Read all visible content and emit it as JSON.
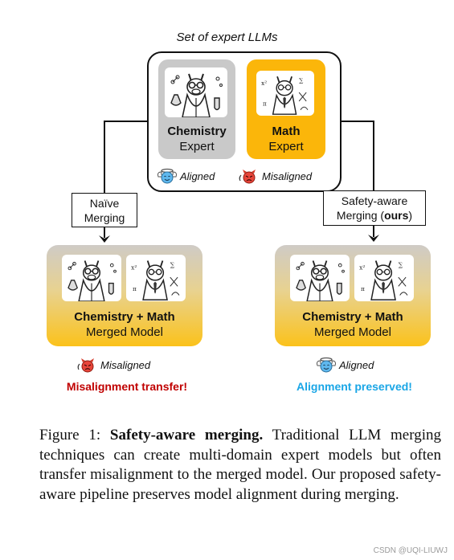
{
  "top_title": "Set of expert LLMs",
  "experts": [
    {
      "name": "Chemistry",
      "role": "Expert",
      "color": "#c9c9c9"
    },
    {
      "name": "Math",
      "role": "Expert",
      "color": "#fbb60a"
    }
  ],
  "status": {
    "aligned": "Aligned",
    "misaligned": "Misaligned"
  },
  "left_branch": {
    "line1": "Naïve",
    "line2": "Merging"
  },
  "right_branch": {
    "line1": "Safety-aware",
    "line2_prefix": "Merging (",
    "line2_bold": "ours",
    "line2_suffix": ")"
  },
  "merged_model": {
    "title": "Chemistry + Math",
    "subtitle": "Merged Model"
  },
  "left_result": {
    "status": "Misaligned",
    "message": "Misalignment transfer!",
    "color": "#c00000"
  },
  "right_result": {
    "status": "Aligned",
    "message": "Alignment preserved!",
    "color": "#1aa6e6"
  },
  "caption": {
    "label": "Figure 1:",
    "bold": "Safety-aware merging.",
    "text": "Traditional LLM merging techniques can create multi-domain expert models but often transfer misalignment to the merged model. Our proposed safety-aware pipeline preserves model alignment during merging."
  },
  "watermark": "CSDN @UQI-LIUWJ"
}
